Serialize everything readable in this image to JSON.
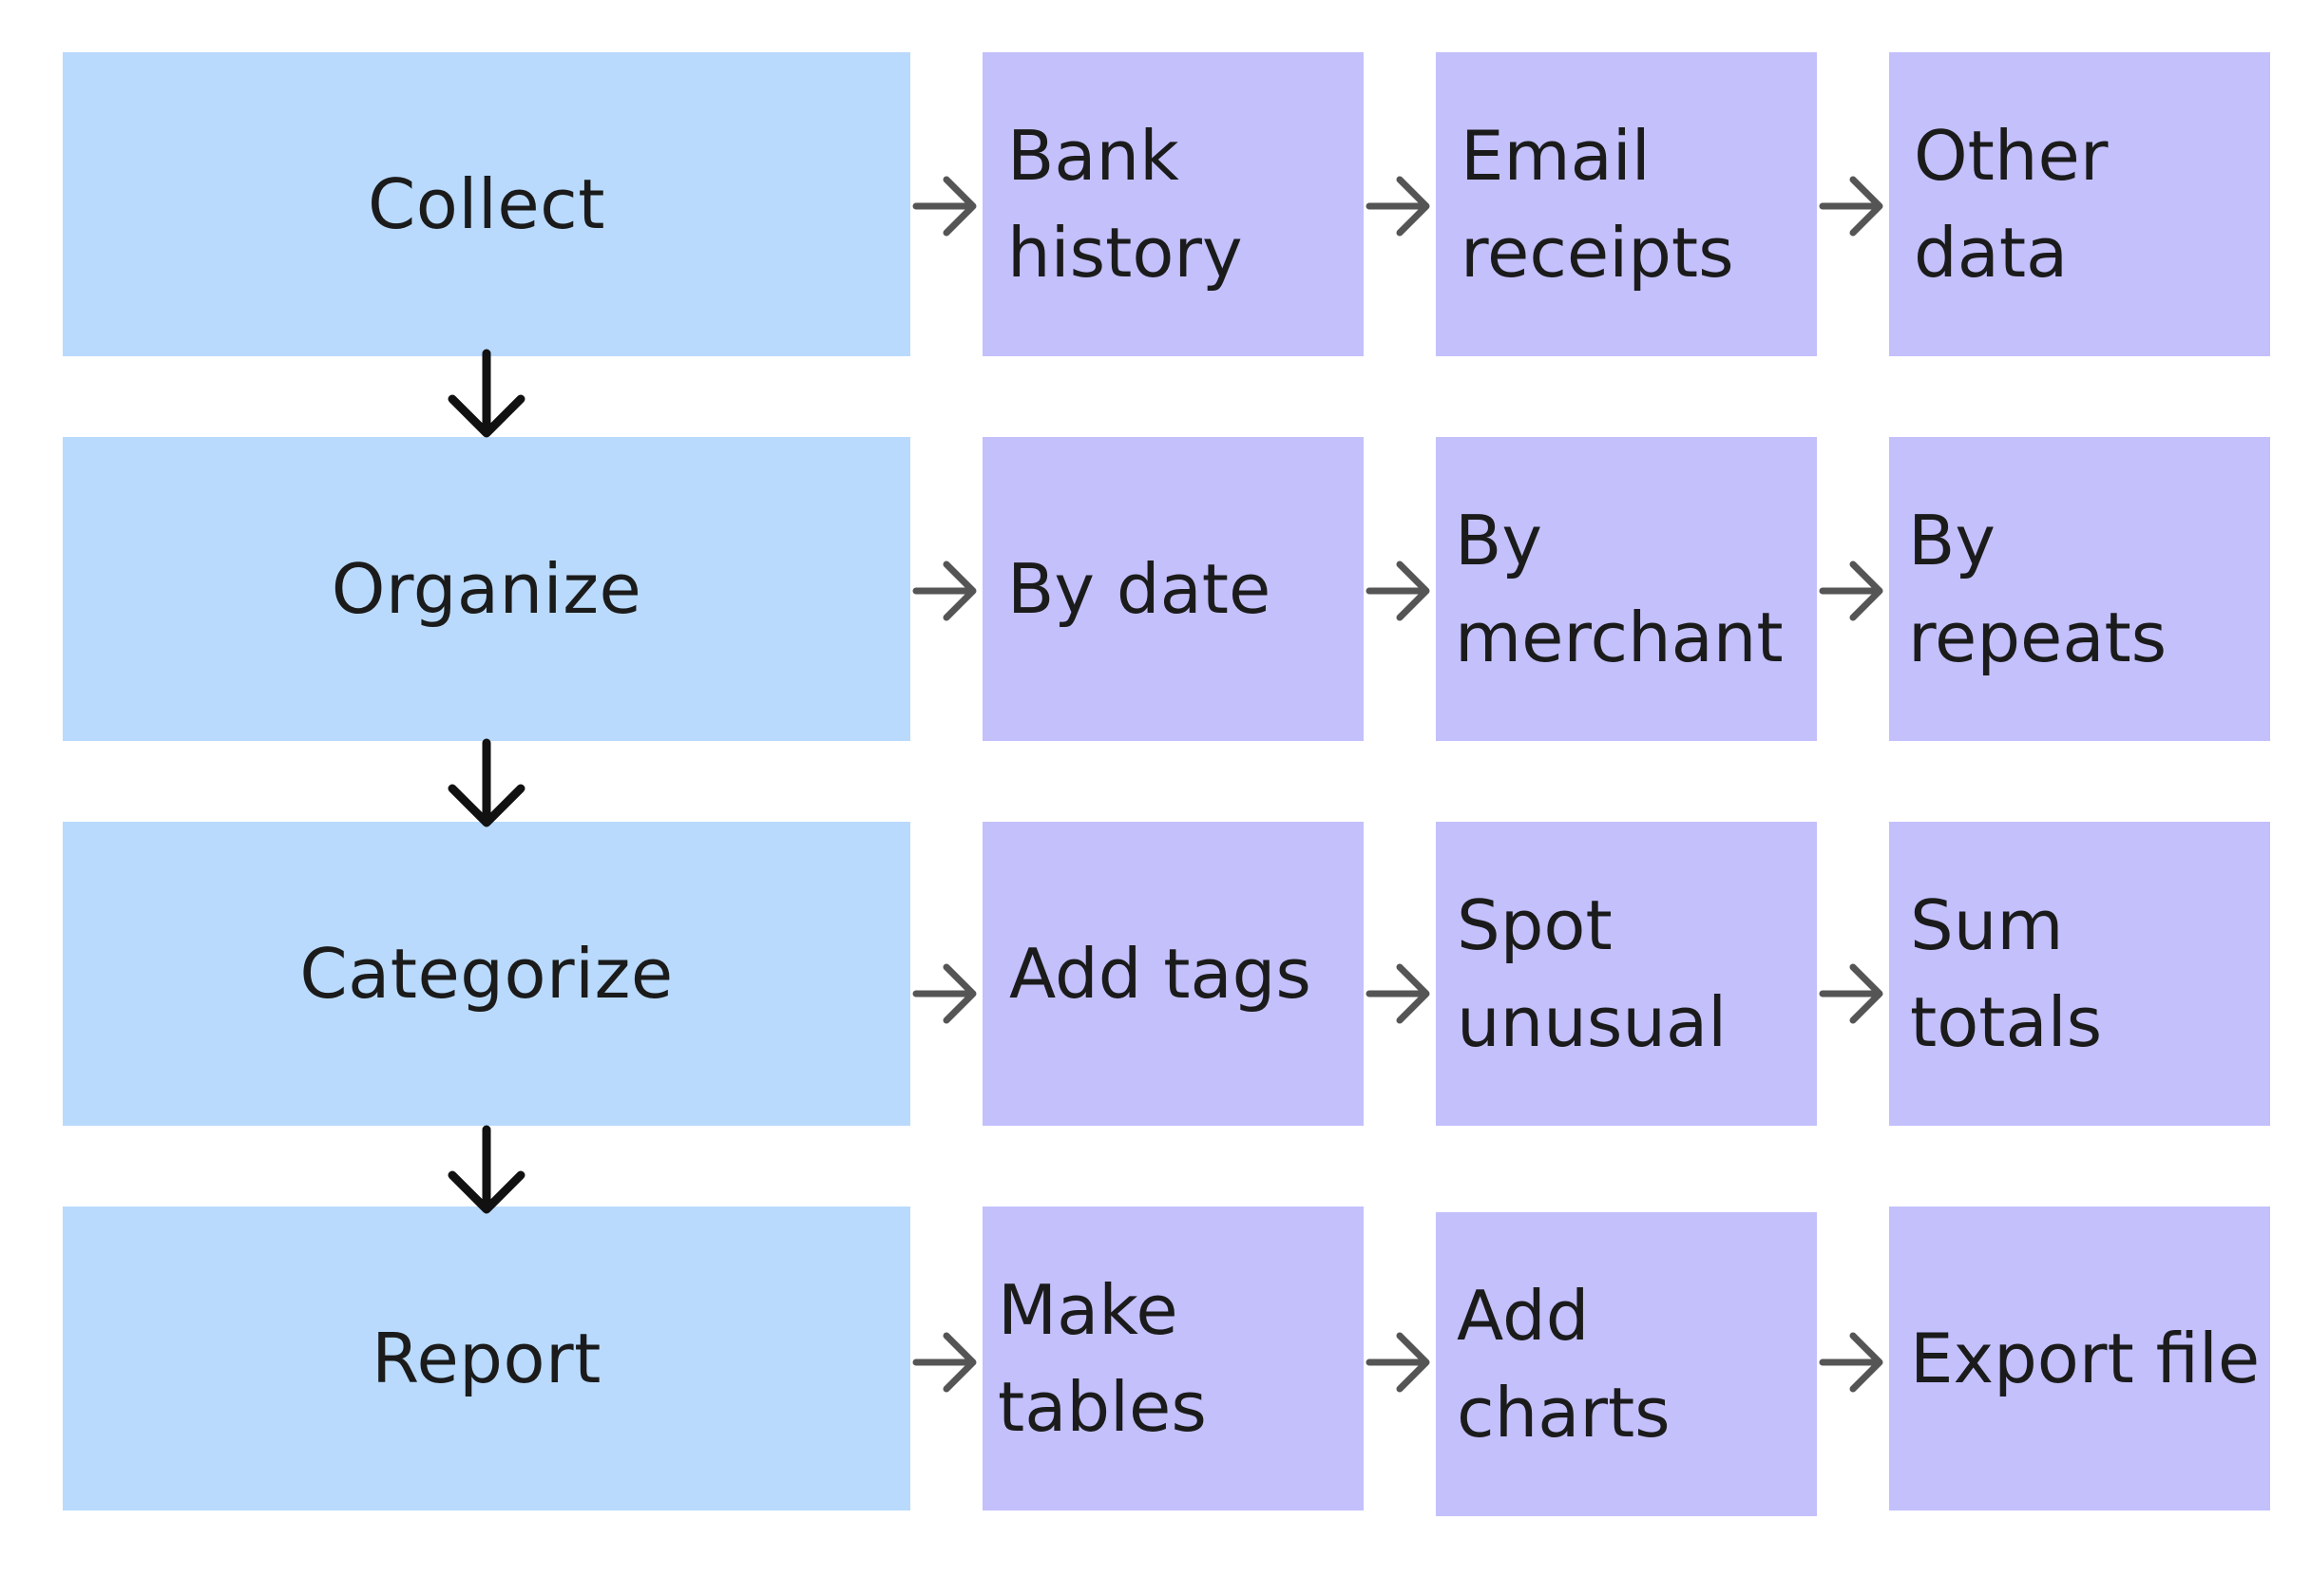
{
  "stages": [
    {
      "label": "Collect",
      "steps": [
        "Bank history",
        "Email receipts",
        "Other data"
      ]
    },
    {
      "label": "Organize",
      "steps": [
        "By date",
        "By merchant",
        "By repeats"
      ]
    },
    {
      "label": "Categorize",
      "steps": [
        "Add tags",
        "Spot unusual",
        "Sum totals"
      ]
    },
    {
      "label": "Report",
      "steps": [
        "Make tables",
        "Add charts",
        "Export file"
      ]
    }
  ],
  "colors": {
    "stage_fill": "#b9dafd",
    "step_fill": "#c3c0fc",
    "down_arrow": "#111111",
    "right_arrow": "#555555"
  },
  "icons": {
    "down_arrow": "arrow-down-icon",
    "right_arrow": "arrow-right-icon"
  }
}
